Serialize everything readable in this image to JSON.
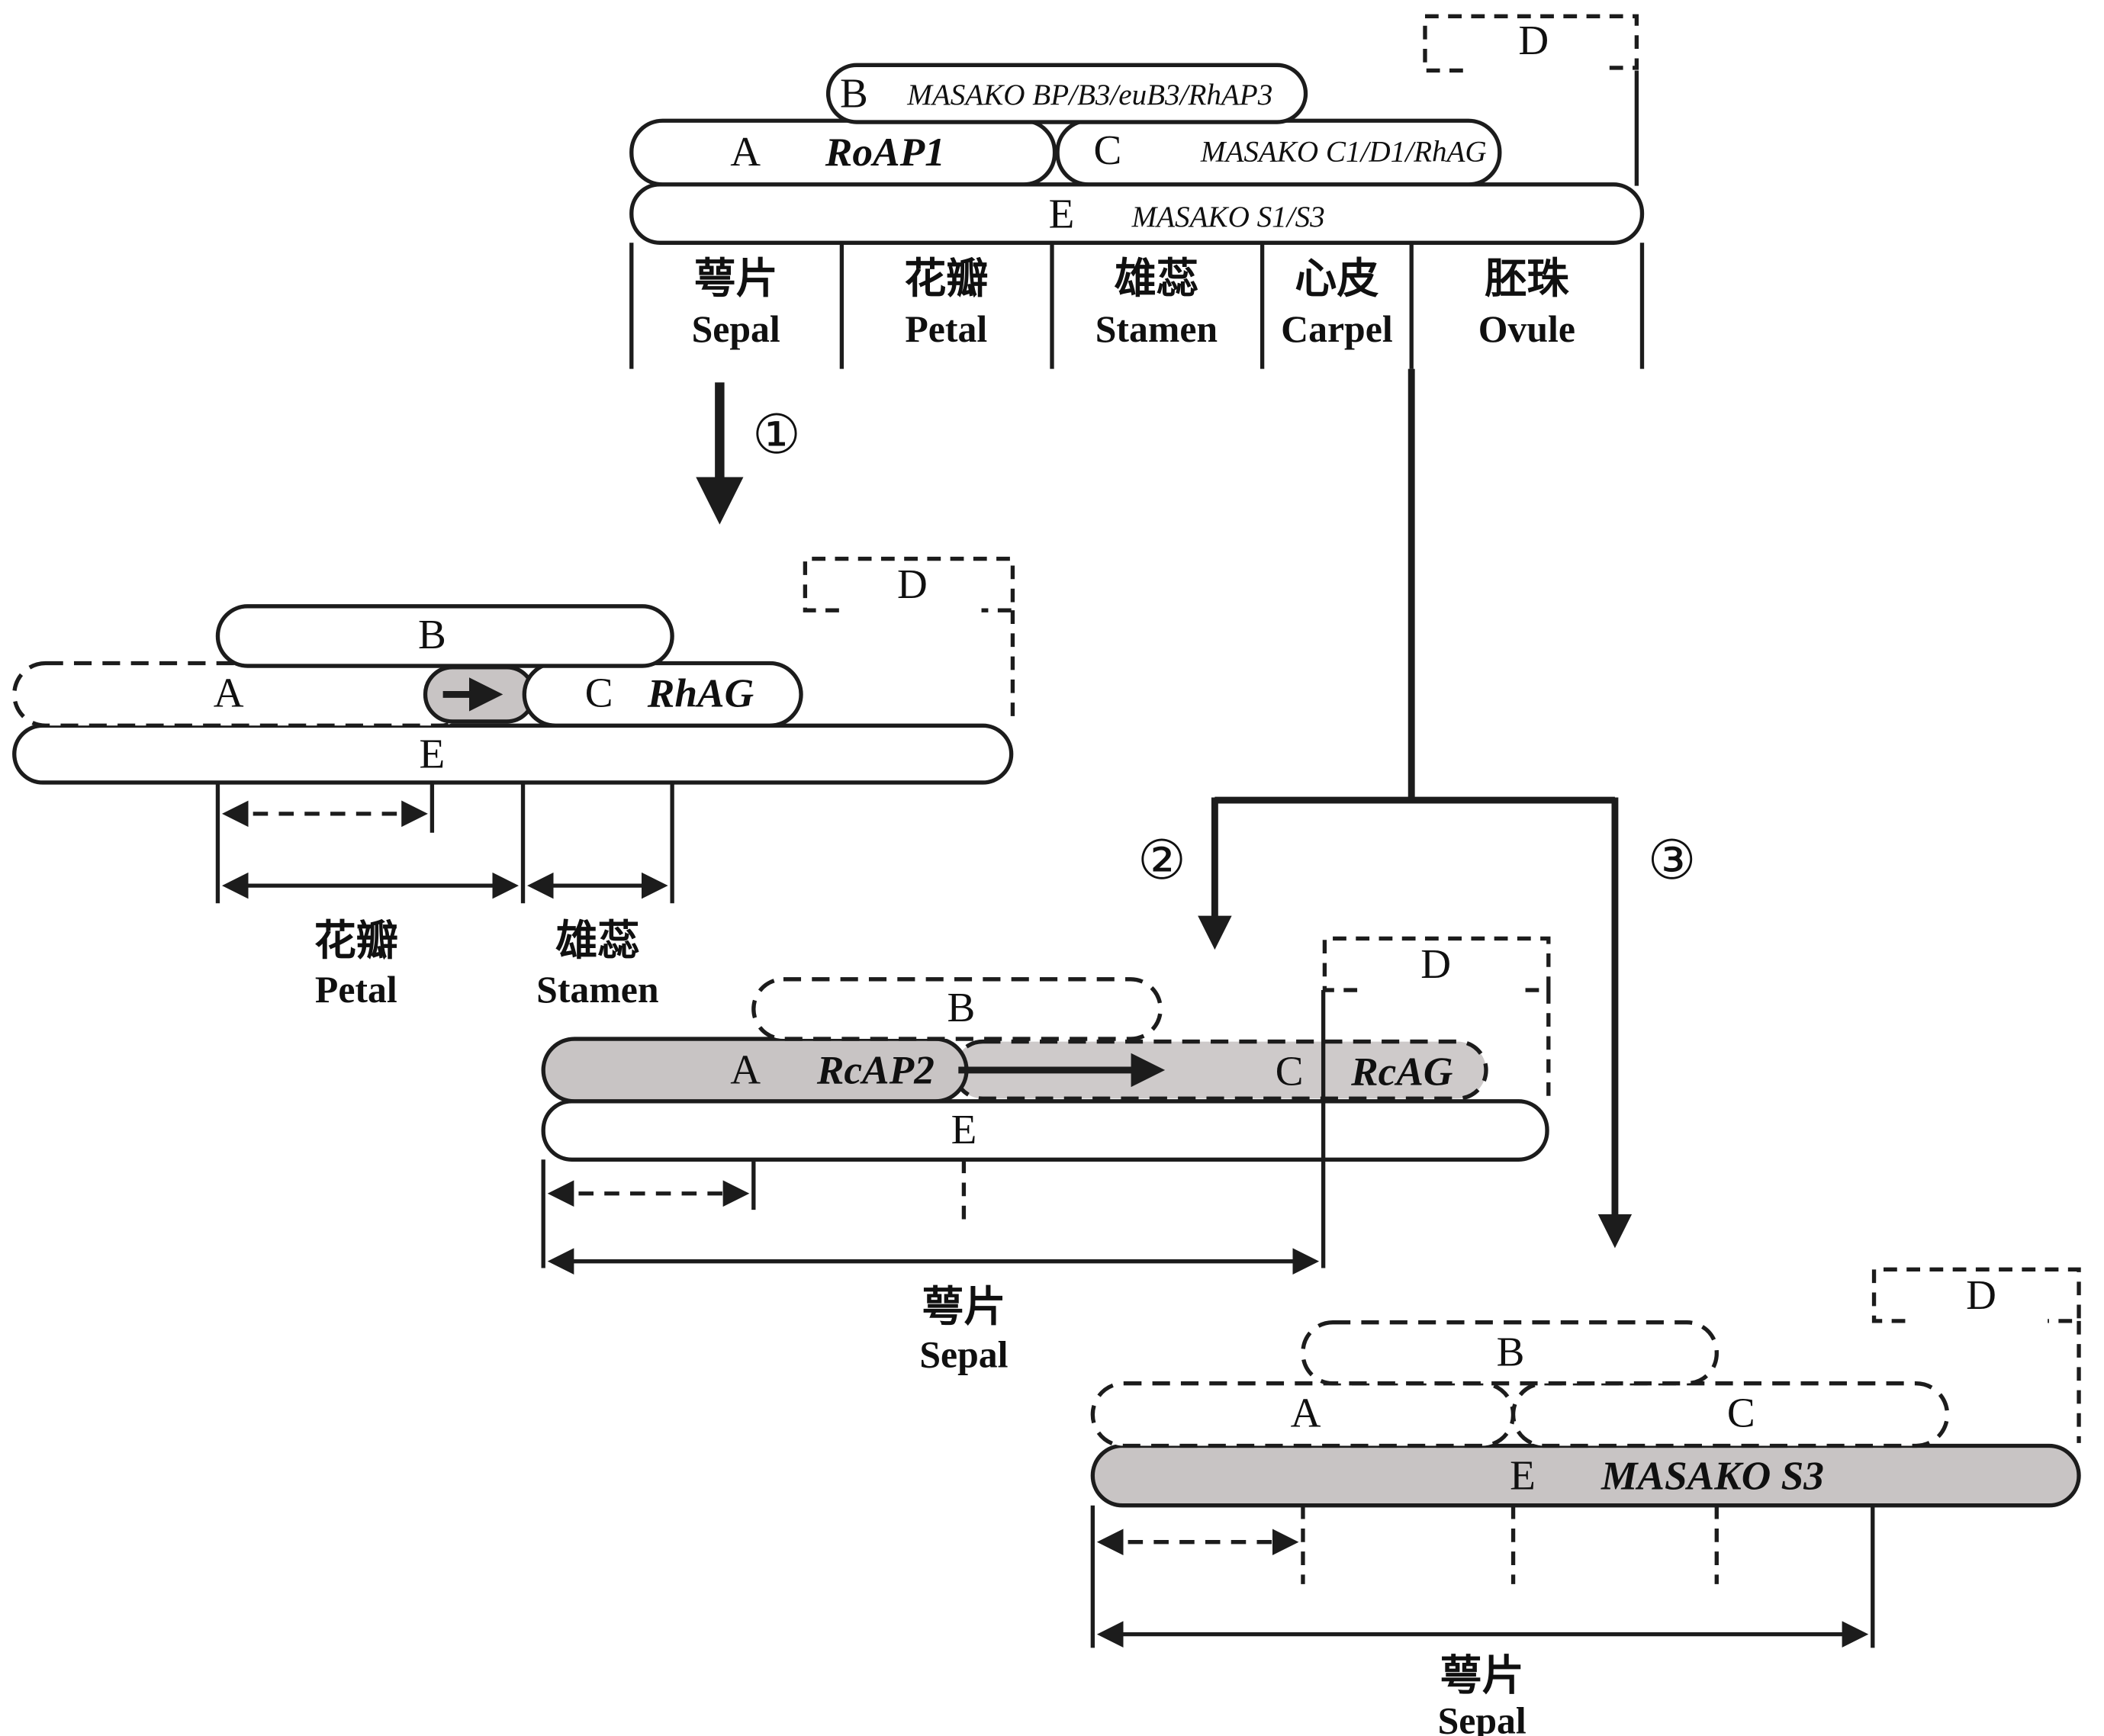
{
  "steps": {
    "s1": "①",
    "s2": "②",
    "s3": "③"
  },
  "top": {
    "a": "A",
    "b": "B",
    "c": "C",
    "d": "D",
    "e": "E",
    "a_gene": "RoAP1",
    "b_gene": "MASAKO BP/B3/euB3/RhAP3",
    "c_gene": "MASAKO C1/D1/RhAG",
    "e_gene": "MASAKO S1/S3",
    "whorls": [
      {
        "zh": "萼片",
        "en": "Sepal"
      },
      {
        "zh": "花瓣",
        "en": "Petal"
      },
      {
        "zh": "雄蕊",
        "en": "Stamen"
      },
      {
        "zh": "心皮",
        "en": "Carpel"
      },
      {
        "zh": "胚珠",
        "en": "Ovule"
      }
    ]
  },
  "p1": {
    "a": "A",
    "b": "B",
    "c": "C",
    "d": "D",
    "e": "E",
    "c_gene": "RhAG",
    "ranges": [
      {
        "zh": "花瓣",
        "en": "Petal"
      },
      {
        "zh": "雄蕊",
        "en": "Stamen"
      }
    ]
  },
  "p2": {
    "a": "A",
    "b": "B",
    "c": "C",
    "d": "D",
    "e": "E",
    "a_gene": "RcAP2",
    "c_gene": "RcAG",
    "range": {
      "zh": "萼片",
      "en": "Sepal"
    }
  },
  "p3": {
    "a": "A",
    "b": "B",
    "c": "C",
    "d": "D",
    "e": "E",
    "e_gene": "MASAKO S3",
    "range": {
      "zh": "萼片",
      "en": "Sepal"
    }
  }
}
